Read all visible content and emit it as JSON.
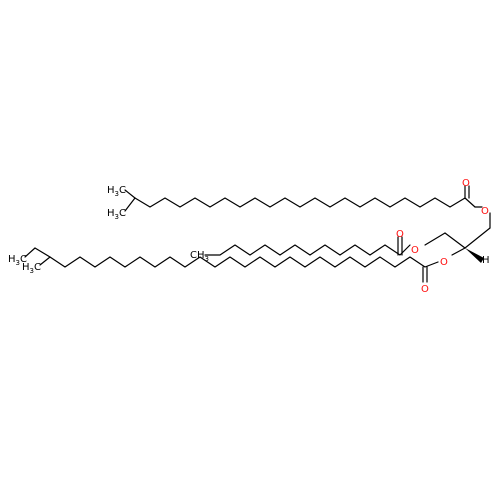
{
  "molecule": {
    "atom_labels": {
      "ch3_top_upper": "H",
      "ch3_top_upper_sub": "3",
      "ch3_top_upper_c": "C",
      "ch3_top_lower": "H",
      "ch3_top_lower_sub": "3",
      "ch3_top_lower_c": "C",
      "ch3_middle": "CH",
      "ch3_middle_sub": "3",
      "ch3_bottom_upper": "H",
      "ch3_bottom_upper_sub": "3",
      "ch3_bottom_upper_c": "C",
      "ch3_bottom_lower": "H",
      "ch3_bottom_lower_sub": "3",
      "ch3_bottom_lower_c": "C",
      "o_carbonyl_top": "O",
      "o_ester_top": "O",
      "o_carbonyl_mid": "O",
      "o_ester_mid": "O",
      "o_ester_bottom": "O",
      "o_carbonyl_bottom": "O",
      "h_stereo": "H"
    },
    "colors": {
      "bond": "#000000",
      "oxygen": "#ff0d0d",
      "carbon_label": "#000000"
    }
  }
}
